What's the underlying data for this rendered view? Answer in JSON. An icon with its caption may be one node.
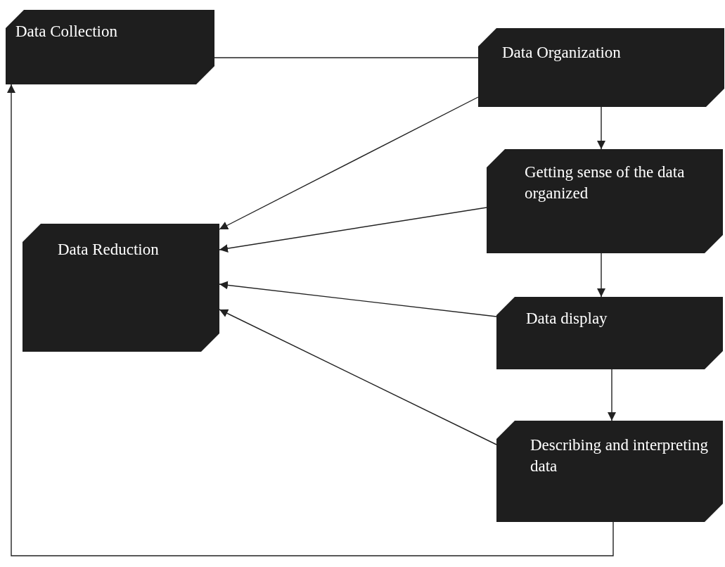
{
  "diagram": {
    "nodes": [
      {
        "text": [
          "Data Collection"
        ]
      },
      {
        "text": [
          "Data Organization"
        ]
      },
      {
        "text": [
          "Getting sense of the data organized"
        ]
      },
      {
        "text": [
          "Data Reduction"
        ]
      },
      {
        "text": [
          "Data display"
        ]
      },
      {
        "text": [
          "Describing and interpreting data"
        ]
      }
    ],
    "edges": [
      {
        "from": 0,
        "to": 1,
        "arrow": "none"
      },
      {
        "from": 1,
        "to": 3,
        "arrow": "to"
      },
      {
        "from": 1,
        "to": 2,
        "arrow": "to"
      },
      {
        "from": 2,
        "to": 3,
        "arrow": "to"
      },
      {
        "from": 2,
        "to": 4,
        "arrow": "to"
      },
      {
        "from": 4,
        "to": 3,
        "arrow": "to"
      },
      {
        "from": 4,
        "to": 5,
        "arrow": "to"
      },
      {
        "from": 5,
        "to": 3,
        "arrow": "to"
      },
      {
        "from": 5,
        "to": 0,
        "arrow": "to"
      }
    ]
  }
}
